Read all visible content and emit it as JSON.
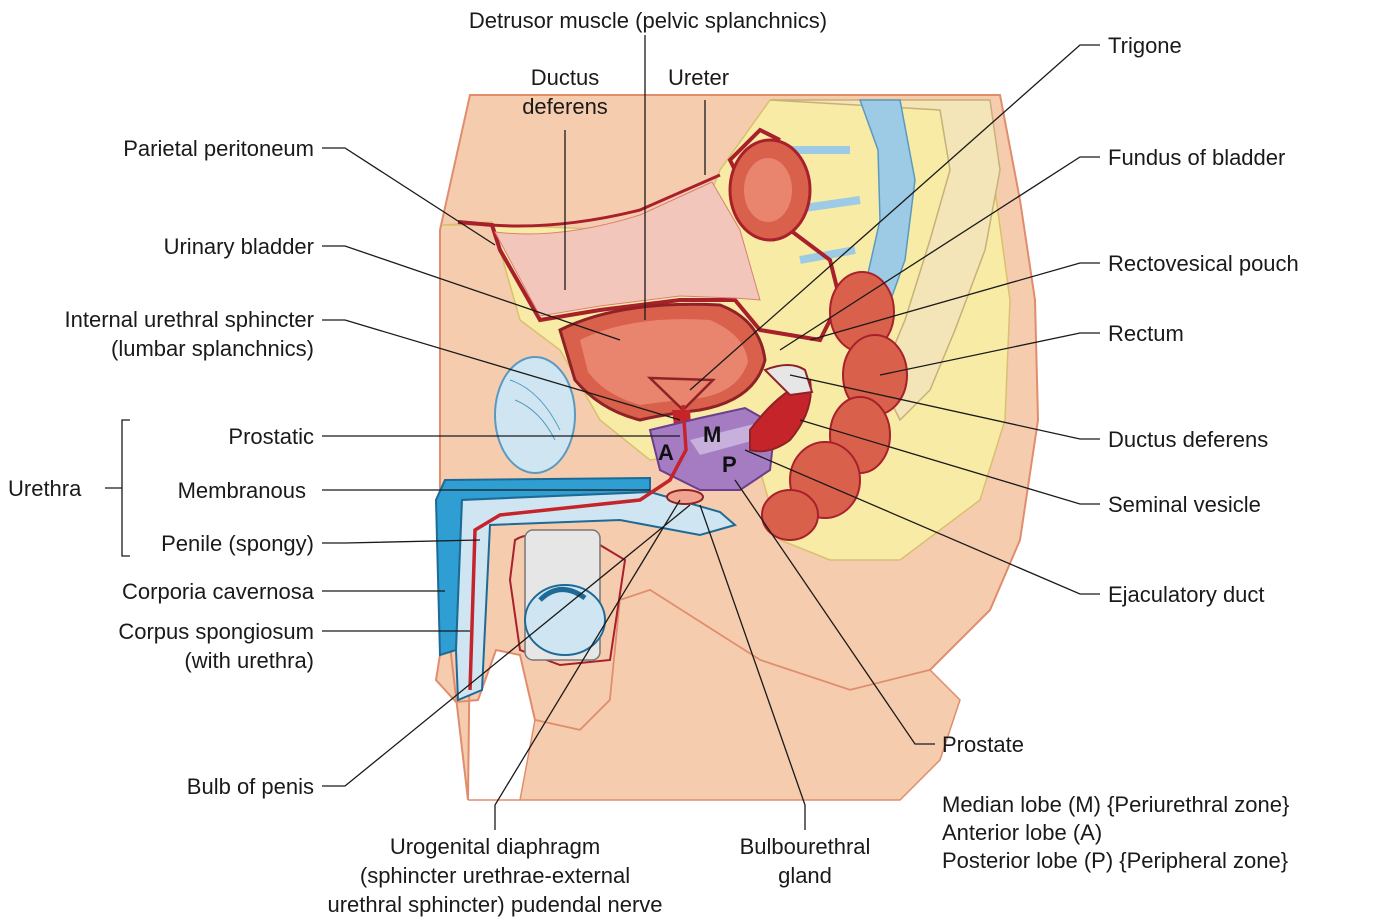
{
  "labels": {
    "detrusor": "Detrusor muscle (pelvic splanchnics)",
    "ductus_deferens_top_1": "Ductus",
    "ductus_deferens_top_2": "deferens",
    "ureter": "Ureter",
    "trigone": "Trigone",
    "fundus": "Fundus of bladder",
    "rectovesical": "Rectovesical pouch",
    "rectum": "Rectum",
    "ductus_deferens_right": "Ductus deferens",
    "seminal_vesicle": "Seminal vesicle",
    "ejaculatory_duct": "Ejaculatory duct",
    "prostate": "Prostate",
    "parietal_peritoneum": "Parietal peritoneum",
    "urinary_bladder": "Urinary bladder",
    "internal_sphincter_1": "Internal urethral sphincter",
    "internal_sphincter_2": "(lumbar splanchnics)",
    "urethra": "Urethra",
    "prostatic": "Prostatic",
    "membranous": "Membranous",
    "penile": "Penile (spongy)",
    "corporia": "Corporia cavernosa",
    "corpus_spongiosum_1": "Corpus spongiosum",
    "corpus_spongiosum_2": "(with urethra)",
    "bulb": "Bulb of penis",
    "urogenital_1": "Urogenital diaphragm",
    "urogenital_2": "(sphincter urethrae-external",
    "urogenital_3": "urethral sphincter) pudendal nerve",
    "bulbourethral_1": "Bulbourethral",
    "bulbourethral_2": "gland"
  },
  "lobe_markers": {
    "median": "M",
    "anterior": "A",
    "posterior": "P"
  },
  "legend": [
    "Median lobe (M) {Periurethral zone}",
    "Anterior lobe (A)",
    "Posterior lobe (P) {Peripheral zone}"
  ],
  "colors": {
    "skin": "#f6ccae",
    "fat": "#f7eba6",
    "peritoneum_line": "#a8202c",
    "bladder": "#d9604a",
    "bladder_light": "#f0a490",
    "prostate": "#a57cc2",
    "spongiosum": "#cfe6f2",
    "cavernosa": "#2e9ed3",
    "spine_blue": "#9dcae4"
  }
}
